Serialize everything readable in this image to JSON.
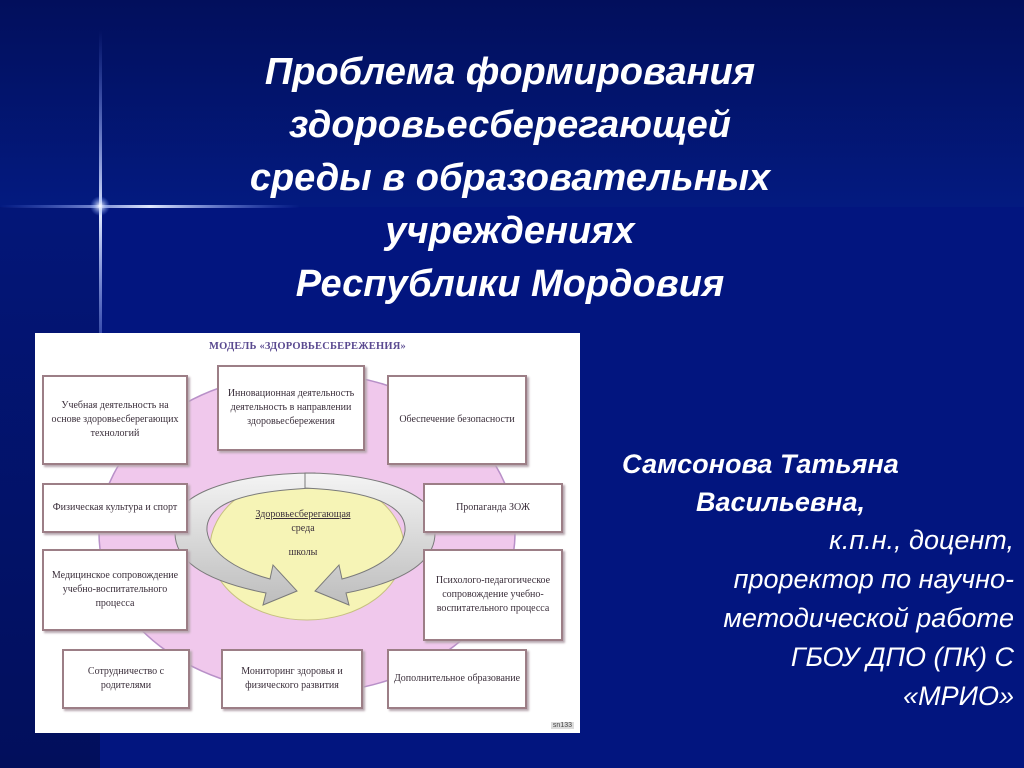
{
  "title_lines": [
    "Проблема формирования",
    "здоровьесберегающей",
    "среды в образовательных",
    "учреждениях",
    "Республики Мордовия"
  ],
  "author": {
    "name_line1": "Самсонова Татьяна",
    "name_line2": "Васильевна,",
    "role_lines": [
      "к.п.н., доцент,",
      "проректор по научно-",
      "методической работе",
      "ГБОУ ДПО (ПК) С",
      "«МРИО»"
    ]
  },
  "diagram": {
    "title": "МОДЕЛЬ «ЗДОРОВЬЕСБЕРЕЖЕНИЯ»",
    "center": [
      "Здоровьесберегающая",
      "среда",
      "",
      "школы"
    ],
    "boxes": {
      "top_left": "Учебная деятельность на основе здоровьесберегающих технологий",
      "top_center": "Инновационная деятельность деятельность в направлении здоровьесбережения",
      "top_right": "Обеспечение безопасности",
      "left_1": "Физическая культура и спорт",
      "left_2": "Медицинское сопровождение учебно-воспитательного процесса",
      "right_1": "Пропаганда ЗОЖ",
      "right_2": "Психолого-педагогическое сопровождение учебно-воспитательного процесса",
      "bottom_left": "Сотрудничество с родителями",
      "bottom_center": "Мониторинг здоровья и физического развития",
      "bottom_right": "Дополнительное образование"
    },
    "stamp": "sn133"
  },
  "colors": {
    "background": "#02157f",
    "title_text": "#ffffff",
    "ring": "#f0c8ec",
    "center_ellipse": "#f6f4b6",
    "box_border": "#9c7e86"
  }
}
